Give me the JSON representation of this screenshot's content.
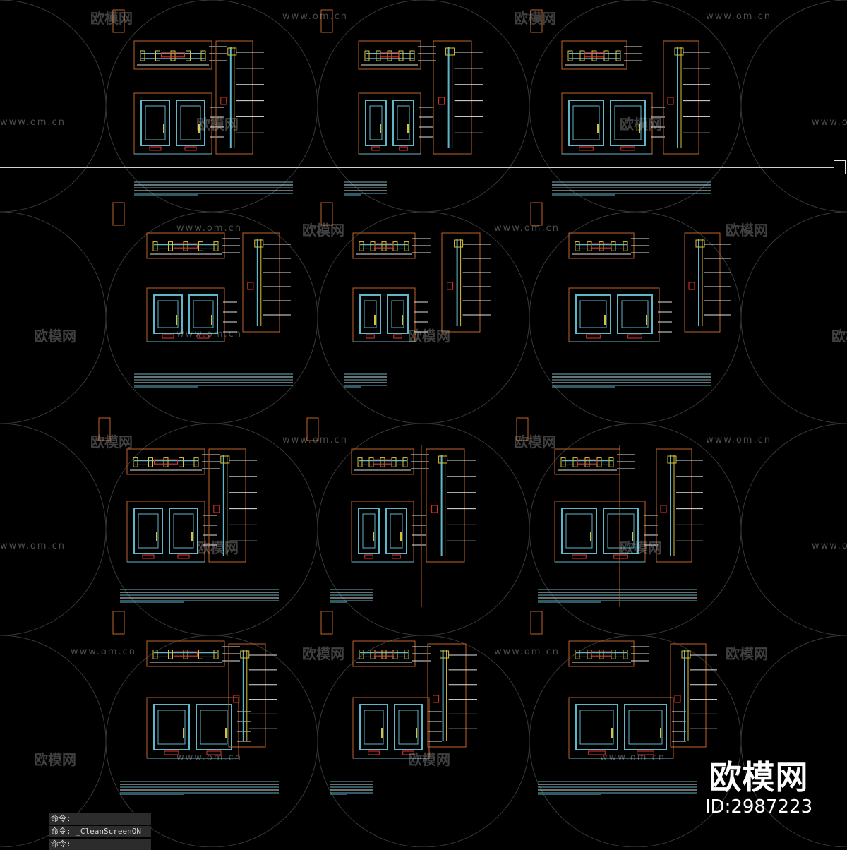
{
  "app": {
    "name": "AutoCAD drawing view"
  },
  "watermark": {
    "brand": "欧模网",
    "url": "www.om.cn"
  },
  "branding": {
    "name": "欧模网",
    "id": "ID:2987223"
  },
  "command_line": [
    {
      "text": "命令:"
    },
    {
      "text": "命令: _CleanScreenON"
    },
    {
      "text": "命令:"
    }
  ],
  "colors": {
    "background": "#000000",
    "frame": "#c0652a",
    "glass": "#5fb6c8",
    "hardware": "#d9c234",
    "annotation": "#e0e0e0",
    "dimension_red": "#e8322a",
    "crosshair": "#cfcfcf"
  },
  "icons": {
    "pickbox": "square-pickbox-icon",
    "watermark_logo": "sofa-logo-icon"
  }
}
